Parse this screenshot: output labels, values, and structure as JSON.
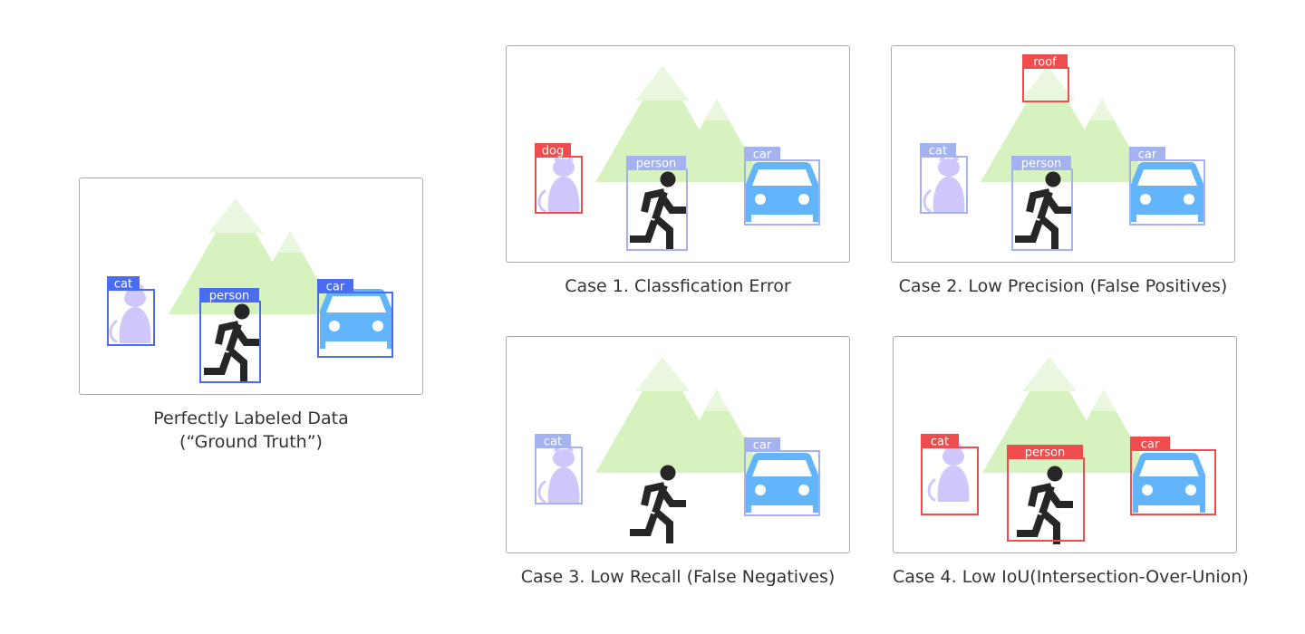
{
  "colors": {
    "mountain_back": "#e9f7df",
    "mountain_front": "#d5f2bf",
    "cat": "#cfc6fb",
    "car": "#62b5fb",
    "person": "#262626",
    "box_gt": "#4a6cf0",
    "box_dim": "#a4b2f0",
    "box_error": "#ef4d4d",
    "label_text": "#ffffff"
  },
  "panels": [
    {
      "id": "ground-truth",
      "caption_lines": [
        "Perfectly Labeled Data",
        "(“Ground Truth”)"
      ],
      "detections": [
        {
          "label": "cat",
          "object": "cat",
          "style": "gt"
        },
        {
          "label": "person",
          "object": "person",
          "style": "gt"
        },
        {
          "label": "car",
          "object": "car",
          "style": "gt"
        }
      ]
    },
    {
      "id": "case-1",
      "caption_lines": [
        "Case 1. Classfication Error"
      ],
      "detections": [
        {
          "label": "dog",
          "object": "cat",
          "style": "error"
        },
        {
          "label": "person",
          "object": "person",
          "style": "dim"
        },
        {
          "label": "car",
          "object": "car",
          "style": "dim"
        }
      ]
    },
    {
      "id": "case-2",
      "caption_lines": [
        "Case 2. Low Precision (False Positives)"
      ],
      "detections": [
        {
          "label": "roof",
          "object": "mountain-peak",
          "style": "error"
        },
        {
          "label": "cat",
          "object": "cat",
          "style": "dim"
        },
        {
          "label": "person",
          "object": "person",
          "style": "dim"
        },
        {
          "label": "car",
          "object": "car",
          "style": "dim"
        }
      ]
    },
    {
      "id": "case-3",
      "caption_lines": [
        "Case 3. Low Recall (False Negatives)"
      ],
      "detections": [
        {
          "label": "cat",
          "object": "cat",
          "style": "dim"
        },
        {
          "label": "car",
          "object": "car",
          "style": "dim"
        }
      ]
    },
    {
      "id": "case-4",
      "caption_lines": [
        "Case 4. Low IoU(Intersection-Over-Union)"
      ],
      "detections": [
        {
          "label": "cat",
          "object": "cat",
          "style": "error"
        },
        {
          "label": "person",
          "object": "person",
          "style": "error"
        },
        {
          "label": "car",
          "object": "car",
          "style": "error"
        }
      ]
    }
  ]
}
